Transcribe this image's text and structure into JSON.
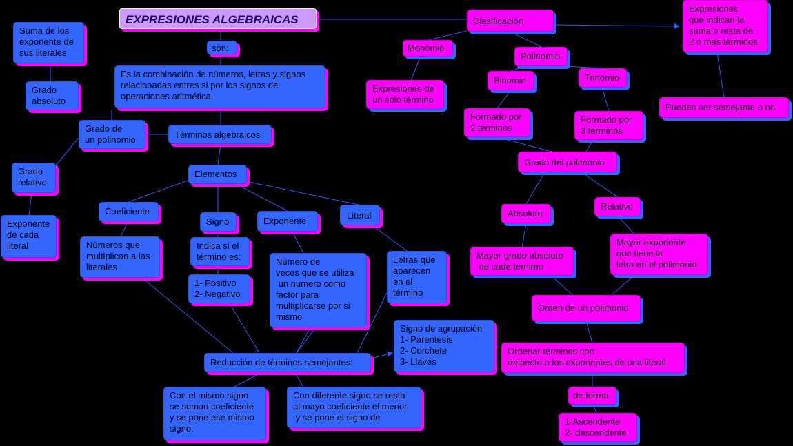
{
  "nodes": {
    "title": "EXPRESIONES ALGEBRAICAS",
    "son": "son:",
    "definicion": "Es la combinación de números, letras y signos\nrelacionadas entres si por los signos de\noperaciones aritmética.",
    "terminos": "Términos algebraicos",
    "elementos": "Elementos",
    "grado_polinomio": "Grado de\nun polinomio",
    "suma_exp": "Suma de los\nexponente de\nsus literales",
    "grado_abs": "Grado\nabsoluto",
    "grado_rel": "Grado\nrelativo",
    "exp_literal": "Exponente\nde cada\nliteral",
    "coeficiente": "Coeficiente",
    "coef_desc": "Números que\nmultiplican a las\nliterales",
    "signo": "Signo",
    "signo_desc": "Indica si el\ntérmino es:",
    "pos_neg": "1- Positivo\n2- Negativo",
    "exponente": "Exponente",
    "exp_desc": "Número de\nveces que se utiliza\n un numero como\nfactor para\nmultiplicarse por si\nmismo",
    "literal": "Literal",
    "lit_desc": "Letras que\naparecen\nen el\ntérmino",
    "reduccion": "Reducción de términos semejantes:",
    "agrupacion": "Signo de agrupación\n1- Parentesis\n2- Corchete\n3- Llaves",
    "mismo_signo": "Con el mismo signo\nse suman coeficiente\ny se pone ese mismo\nsigno.",
    "dif_signo": "Con diferente signo se resta\nal mayo coeficiente el menor\n y se pone el signo de",
    "clasificacion": "Clasificación",
    "clas_desc": "Expresiones\nque indican la\nsuma o resta de\n2 o más términos",
    "semejantes": "Pueden ser semejante o no",
    "monomio": "Monomio",
    "monomio_desc": "Expresiones de\nun solo término",
    "polinomio": "Polinomio",
    "binomio": "Binomio",
    "trinomio": "Trinomio",
    "binomio_desc": "Formado por\n2 términos",
    "trinomio_desc": "Formado por\n3 términos",
    "grado_pol_p": "Grado del polimonio",
    "absoluto": "Absoluto",
    "relativo": "Relativo",
    "abs_desc": "Mayor grado absoluto\n de cada ternimo",
    "rel_desc": "Mayor exponente\nque tiene la\nletra en el polimonio",
    "orden": "Orden de un polimonio",
    "orden_desc": "Ordenar términos con\nrespecto a los exponentes de una literal",
    "de_forma": "de forma",
    "asc_desc": "1-Ascendente\n2- descendente"
  },
  "colors": {
    "blue": "#3366ff",
    "magenta": "#ff00ff",
    "title": "#cc99ff",
    "edge": "#3355ff"
  }
}
